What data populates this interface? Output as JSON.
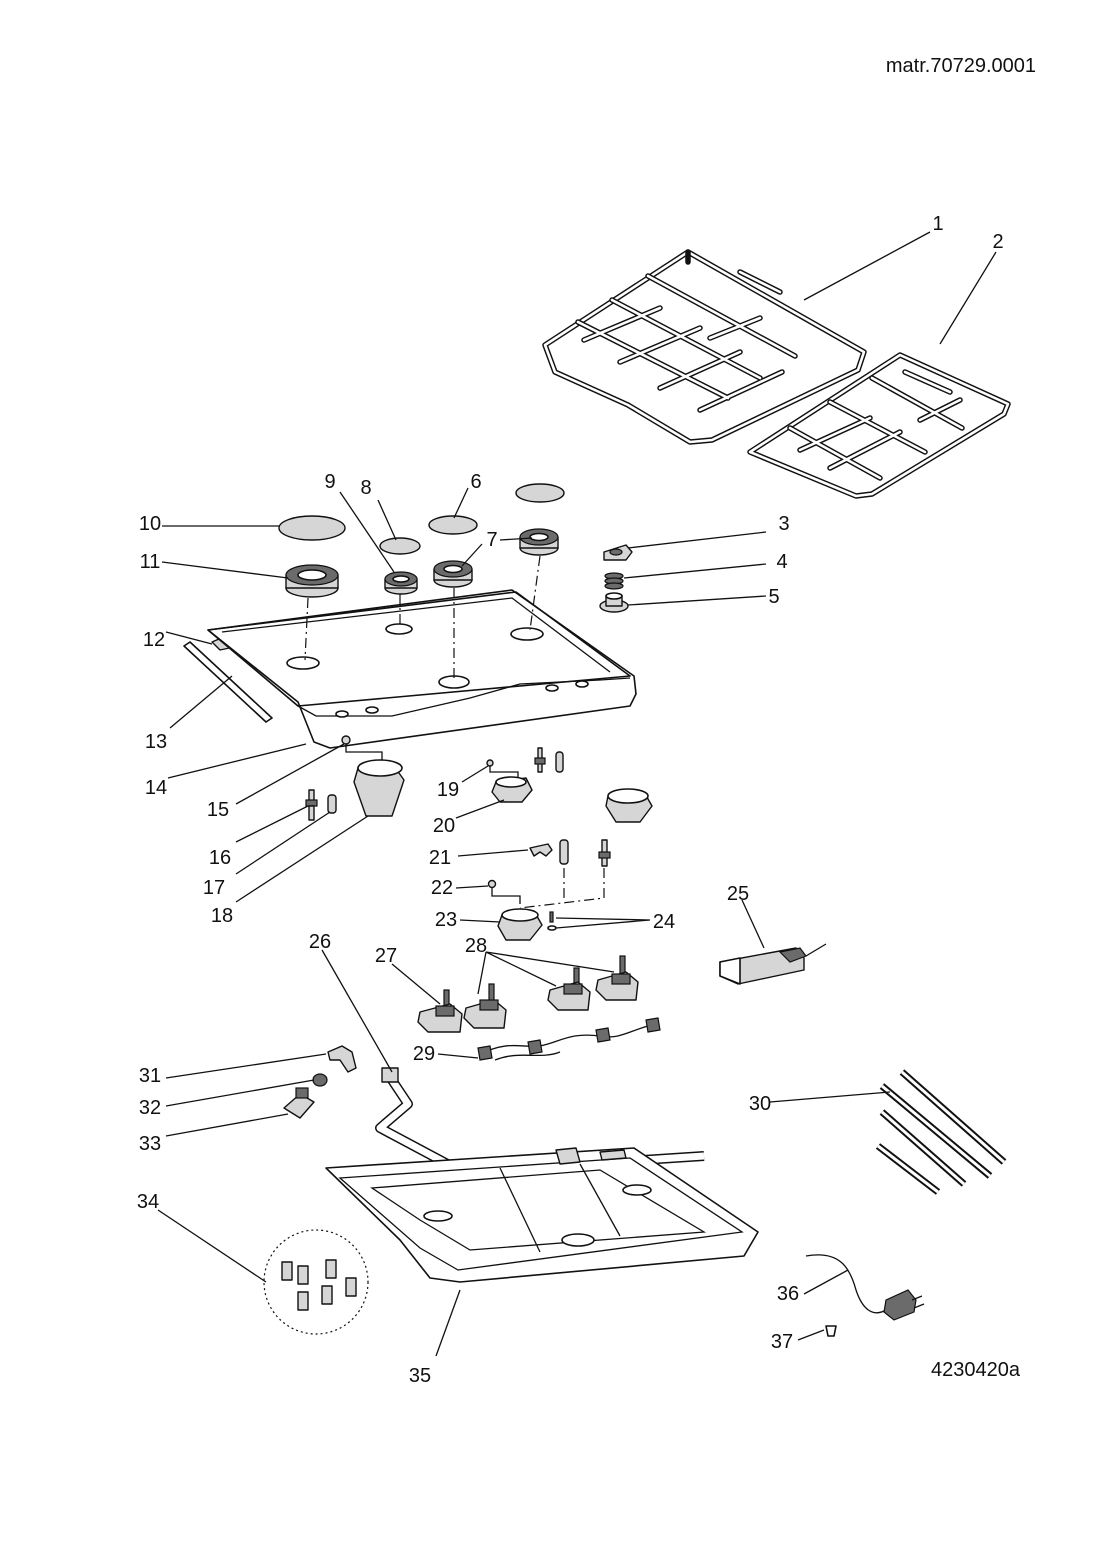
{
  "header": {
    "code": "matr.70729.0001"
  },
  "footer": {
    "code": "4230420a"
  },
  "labels": [
    "1",
    "2",
    "3",
    "4",
    "5",
    "6",
    "7",
    "8",
    "9",
    "10",
    "11",
    "12",
    "13",
    "14",
    "15",
    "16",
    "17",
    "18",
    "19",
    "20",
    "21",
    "22",
    "23",
    "24",
    "25",
    "26",
    "27",
    "28",
    "29",
    "30",
    "31",
    "32",
    "33",
    "34",
    "35",
    "36",
    "37"
  ]
}
